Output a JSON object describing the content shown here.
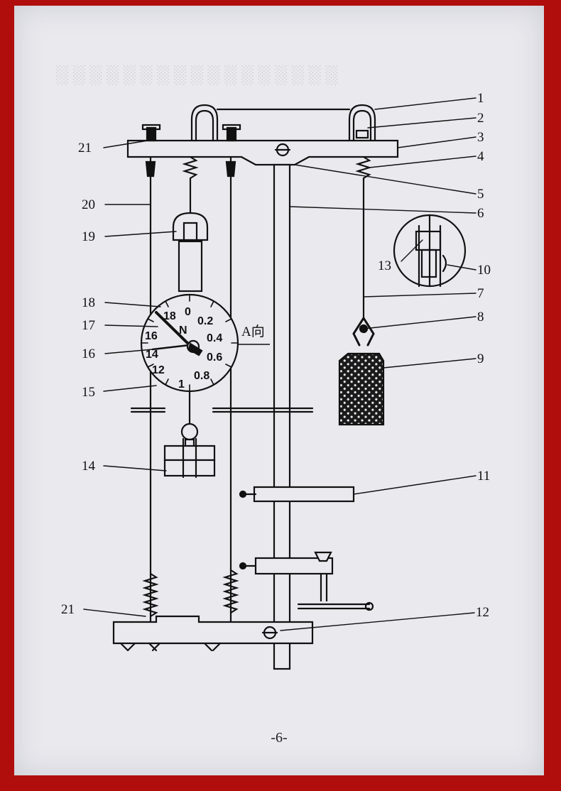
{
  "diagram": {
    "part_labels": [
      "1",
      "2",
      "3",
      "4",
      "5",
      "6",
      "7",
      "8",
      "9",
      "10",
      "11",
      "12",
      "13",
      "14",
      "15",
      "16",
      "17",
      "18",
      "19",
      "20",
      "21",
      "21"
    ],
    "dial": {
      "center_letter": "N",
      "scale_marks": [
        "0",
        "0.2",
        "0.4",
        "0.6",
        "0.8",
        "1",
        "12",
        "14",
        "16",
        "18"
      ]
    },
    "direction_label": "A向"
  },
  "page_number": "-6-",
  "colors": {
    "frame": "#b00d0d",
    "paper": "#e9e9ee",
    "ink": "#111111"
  }
}
